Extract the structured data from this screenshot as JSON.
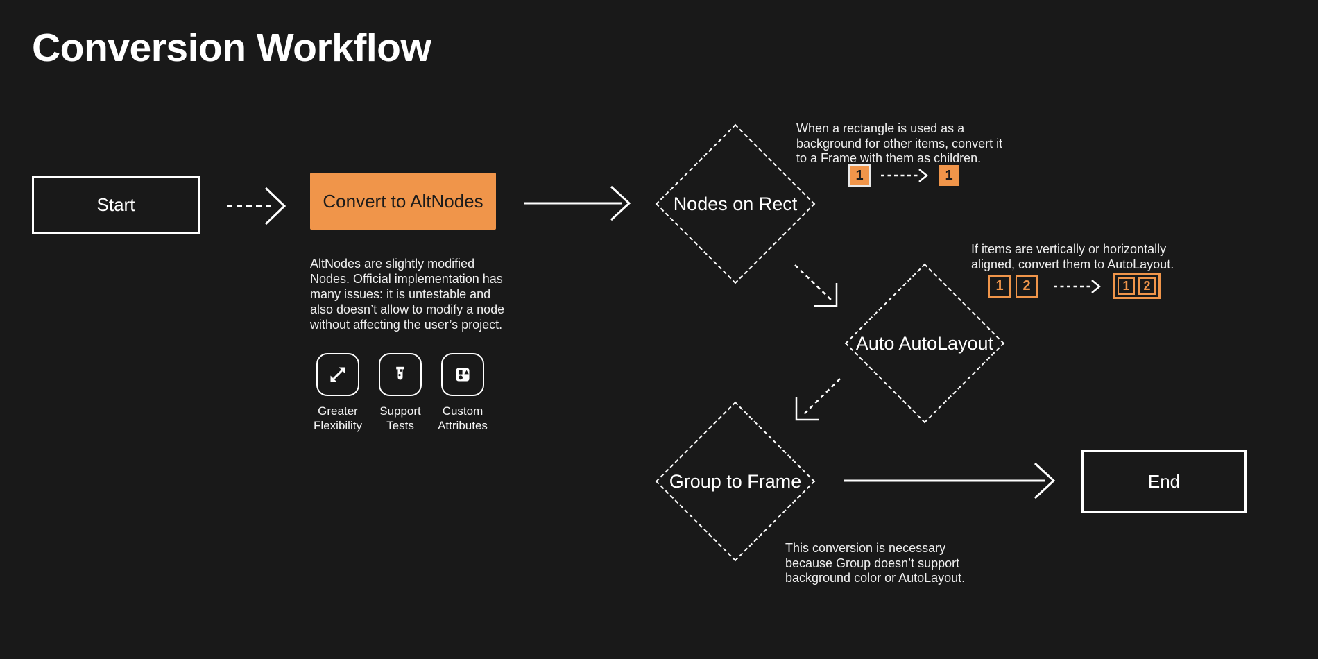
{
  "title": "Conversion Workflow",
  "colors": {
    "background": "#191919",
    "accent_orange": "#F0954A",
    "line_white": "#FFFFFF",
    "dark_text_on_orange": "#1B1B1B"
  },
  "nodes": {
    "start": {
      "label": "Start",
      "shape": "rectangle-outline"
    },
    "convert": {
      "label": "Convert to AltNodes",
      "shape": "rectangle-filled-orange"
    },
    "nodes_on_rect": {
      "label": "Nodes on Rect",
      "shape": "diamond-dashed"
    },
    "auto_autolayout": {
      "label": "Auto AutoLayout",
      "shape": "diamond-dashed"
    },
    "group_to_frame": {
      "label": "Group to Frame",
      "shape": "diamond-dashed"
    },
    "end": {
      "label": "End",
      "shape": "rectangle-outline"
    }
  },
  "altnodes_note": {
    "text": "AltNodes are slightly modified Nodes. Official implementation has many issues: it is untestable and also doesn’t allow to modify a node without affecting the user’s project.",
    "features": [
      {
        "icon": "expand-arrows-icon",
        "label": "Greater\nFlexibility"
      },
      {
        "icon": "test-tube-icon",
        "label": "Support\nTests"
      },
      {
        "icon": "shapes-icon",
        "label": "Custom\nAttributes"
      }
    ]
  },
  "annotations": {
    "nodes_on_rect": {
      "text": "When a rectangle is used as a background for other items, convert it to a Frame with them as children.",
      "before": [
        "1"
      ],
      "after": [
        "1"
      ]
    },
    "auto_autolayout": {
      "text": "If items are vertically or horizontally aligned, convert them to AutoLayout.",
      "before": [
        "1",
        "2"
      ],
      "after": [
        "1",
        "2"
      ]
    },
    "group_to_frame": {
      "text": "This conversion is necessary because Group doesn’t support background color or AutoLayout."
    }
  }
}
